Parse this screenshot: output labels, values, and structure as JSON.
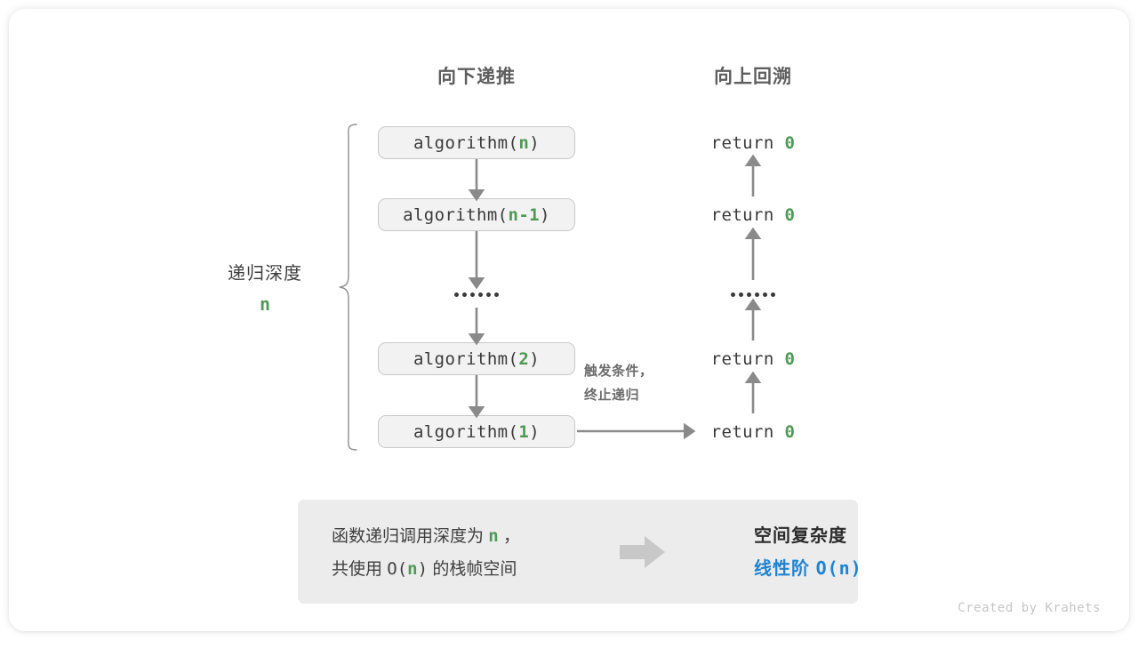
{
  "headers": {
    "down": "向下递推",
    "up": "向上回溯"
  },
  "depth": {
    "label": "递归深度",
    "value": "n"
  },
  "call_stack": [
    {
      "prefix": "algorithm(",
      "arg": "n",
      "suffix": ")"
    },
    {
      "prefix": "algorithm(",
      "arg": "n-1",
      "suffix": ")"
    },
    {
      "prefix": "algorithm(",
      "arg": "2",
      "suffix": ")"
    },
    {
      "prefix": "algorithm(",
      "arg": "1",
      "suffix": ")"
    }
  ],
  "returns": [
    {
      "text": "return ",
      "value": "0"
    },
    {
      "text": "return ",
      "value": "0"
    },
    {
      "text": "return ",
      "value": "0"
    },
    {
      "text": "return ",
      "value": "0"
    }
  ],
  "ellipsis": "••••••",
  "trigger": {
    "line1": "触发条件，",
    "line2": "终止递归"
  },
  "summary": {
    "left_line1_a": "函数递归调用深度为 ",
    "left_line1_n": "n",
    "left_line1_b": " ，",
    "left_line2_a": "共使用 ",
    "left_line2_o": "O(",
    "left_line2_n": "n",
    "left_line2_c": ")",
    "left_line2_b": " 的栈帧空间",
    "arrow_icon": "right-block-arrow-icon",
    "right_title": "空间复杂度",
    "right_value_text": "线性阶 ",
    "right_value_mono": "O(n)"
  },
  "credit": "Created by Krahets",
  "colors": {
    "accent_green": "#4e9a55",
    "accent_blue": "#1f83d2",
    "box_fill": "#f2f2f2",
    "box_border": "#c9c9c9",
    "arrow_gray": "#8a8a8a",
    "panel_fill": "#ececec",
    "text_dark": "#3a3a3a"
  }
}
